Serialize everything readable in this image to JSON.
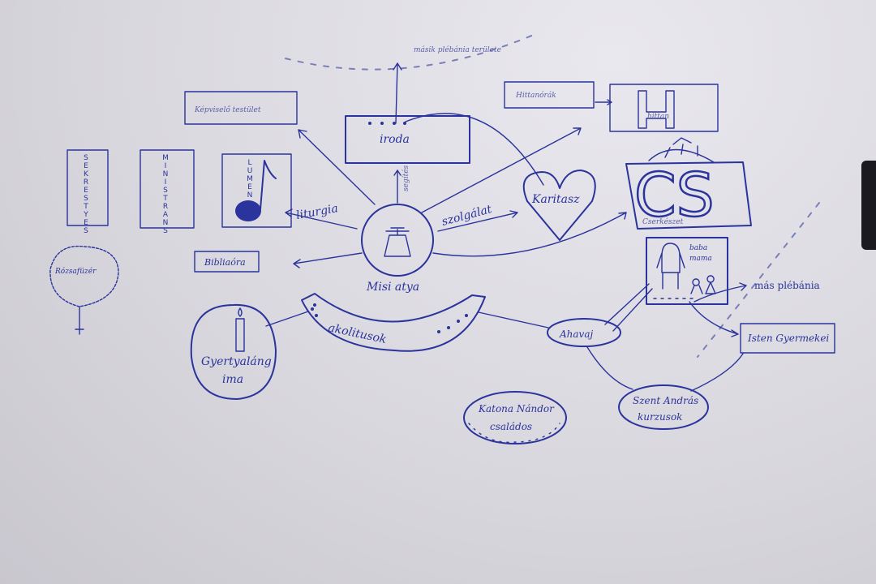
{
  "center": {
    "label": "Misi atya"
  },
  "arrows": {
    "liturgia": "liturgia",
    "szolgalat": "szolgálat",
    "segites": "segítés"
  },
  "nodes": {
    "kepviselo": "Képviselő testület",
    "iroda": "iroda",
    "masik_plebania": "másik plébánia területe",
    "hittanorak": "Hittanórák",
    "hittan": "hittan",
    "karitasz": "Karitasz",
    "cs": "CS",
    "cserkeszet": "Cserkészet",
    "sekrestyes": "SEKRESTYES",
    "ministrans": "MINISTRANS",
    "lumen": "LUMEN",
    "rozsafuzer": "Rózsafüzér",
    "bibliaora": "Bibliaóra",
    "gyertyalang": "Gyertyaláng",
    "ima": "ima",
    "akolitusok": "akolitusok",
    "ahavaj": "Ahavaj",
    "baba": "baba",
    "mama": "mama",
    "mas_plebania": "más plébánia",
    "isten_gyermekei": "Isten Gyermekei",
    "szent_andras": "Szent András",
    "kurzusok": "kurzusok",
    "katona": "Katona Nándor",
    "csalados": "családos"
  },
  "colors": {
    "ink": "#2b339c",
    "paper": "#d9d8de"
  }
}
